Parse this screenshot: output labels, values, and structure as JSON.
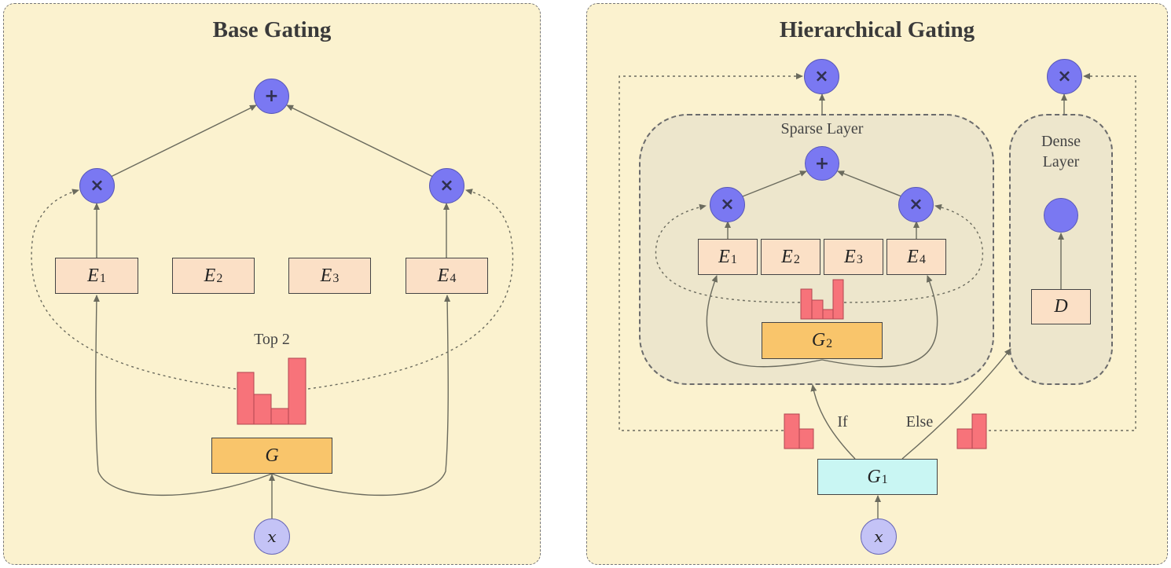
{
  "left_panel": {
    "title": "Base Gating",
    "top_k_label": "Top 2",
    "gate_label": "G",
    "input_label": "x",
    "sum_icon": "+",
    "mul_icon": "×",
    "experts": [
      {
        "name": "E",
        "index": "1"
      },
      {
        "name": "E",
        "index": "2"
      },
      {
        "name": "E",
        "index": "3"
      },
      {
        "name": "E",
        "index": "4"
      }
    ]
  },
  "right_panel": {
    "title": "Hierarchical Gating",
    "sparse_layer_label": "Sparse Layer",
    "dense_layer_label_1": "Dense",
    "dense_layer_label_2": "Layer",
    "if_label": "If",
    "else_label": "Else",
    "dense_expert": "D",
    "gate1": {
      "name": "G",
      "index": "1"
    },
    "gate2": {
      "name": "G",
      "index": "2"
    },
    "input_label": "x",
    "sum_icon": "+",
    "mul_icon": "×",
    "experts": [
      {
        "name": "E",
        "index": "1"
      },
      {
        "name": "E",
        "index": "2"
      },
      {
        "name": "E",
        "index": "3"
      },
      {
        "name": "E",
        "index": "4"
      }
    ]
  },
  "colors": {
    "panel_bg": "#fbf2cf",
    "expert_fill": "#fbe0c6",
    "gate_orange": "#f9c56b",
    "gate_cyan": "#c9f6f3",
    "operator_fill": "#7a78f2",
    "input_fill": "#c4c3f6",
    "histogram_fill": "#f7737a"
  }
}
